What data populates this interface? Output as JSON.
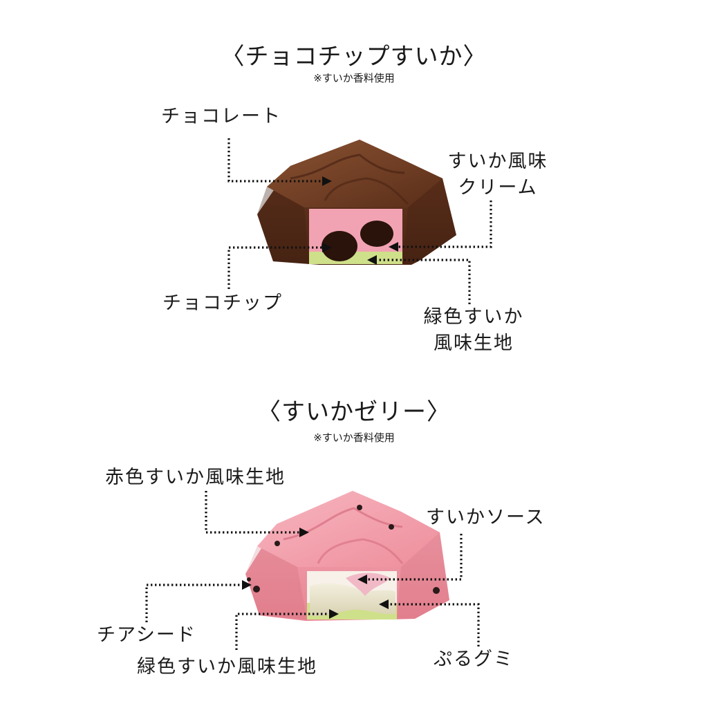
{
  "sections": [
    {
      "title": "〈チョコチップすいか〉",
      "note": "※すいか香料使用",
      "labels": {
        "chocolate": "チョコレート",
        "cream_line1": "すいか風味",
        "cream_line2": "クリーム",
        "chocochip": "チョコチップ",
        "green_line1": "緑色すいか",
        "green_line2": "風味生地"
      }
    },
    {
      "title": "〈すいかゼリー〉",
      "note": "※すいか香料使用",
      "labels": {
        "red_dough": "赤色すいか風味生地",
        "sauce": "すいかソース",
        "chia": "チアシード",
        "green_dough": "緑色すいか風味生地",
        "gummy": "ぷるグミ"
      }
    }
  ],
  "colors": {
    "chocolate": "#6b3a22",
    "cream_pink": "#f2a3b3",
    "green_layer": "#cfe08a",
    "pink_shell": "#f19aa6",
    "gummy": "#e9e4cf",
    "leader": "#111111"
  }
}
